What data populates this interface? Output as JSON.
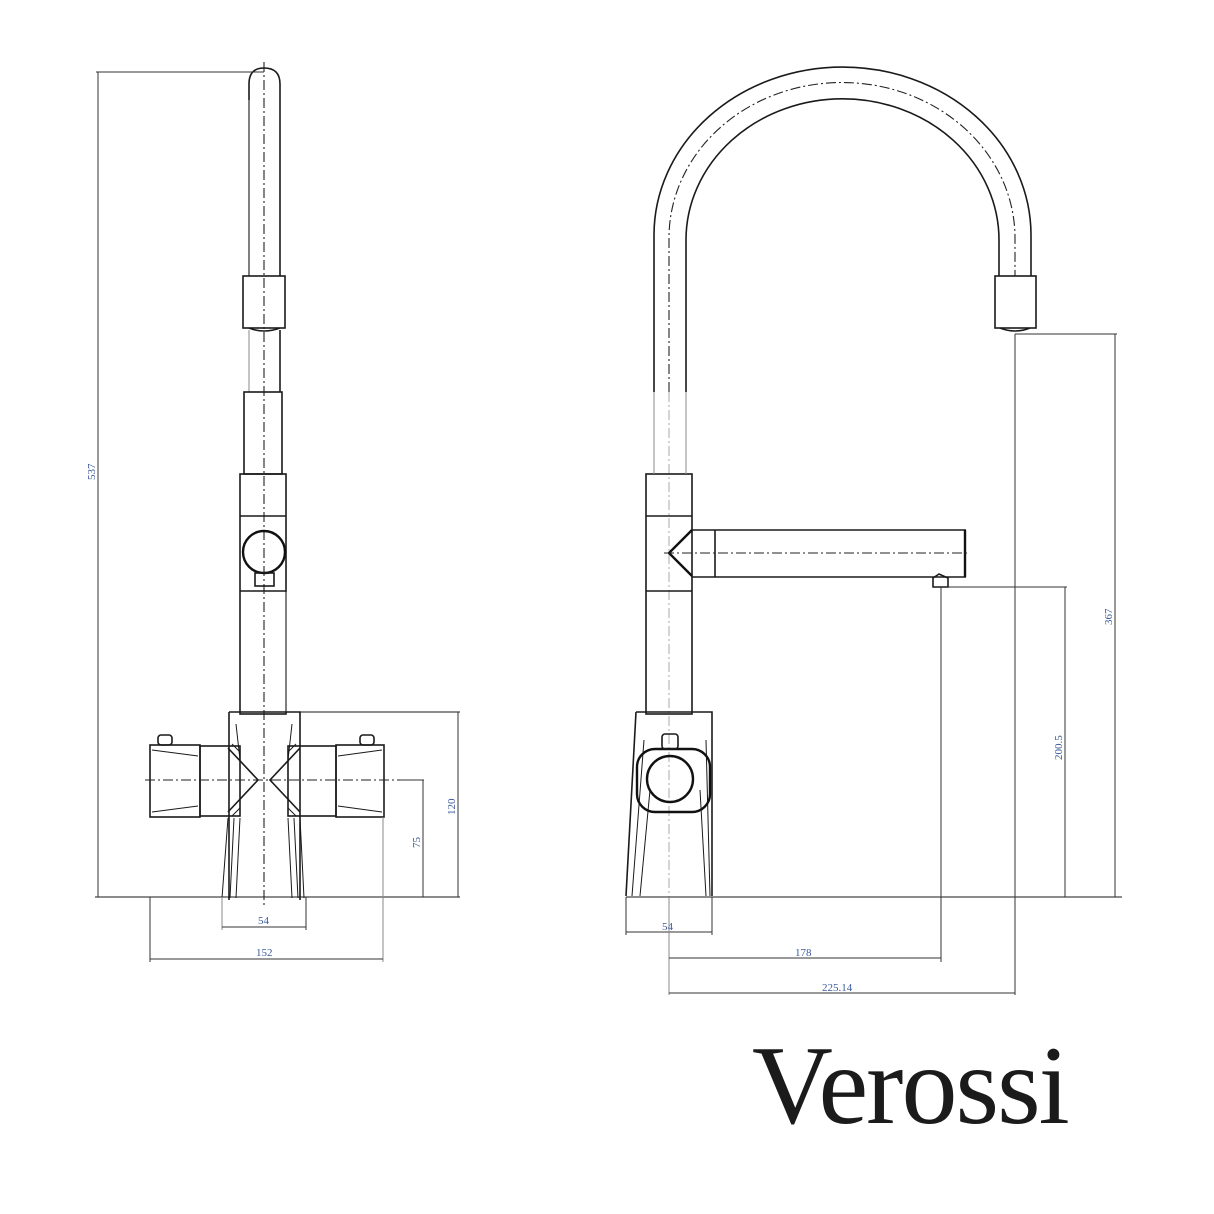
{
  "brand": {
    "name": "Verossi",
    "color": "#1b1b1b"
  },
  "drawing": {
    "type": "technical drawing - kitchen mixer tap",
    "units": "mm",
    "views": [
      "front-view",
      "side-view"
    ],
    "front_view": {
      "dimensions": {
        "total_height": "537",
        "body_height": "120",
        "handle_axis_height": "75",
        "base_width": "54",
        "overall_width": "152"
      }
    },
    "side_view": {
      "dimensions": {
        "spout_outlet_height": "367",
        "filter_spout_height": "200.5",
        "base_depth": "54",
        "filter_spout_reach": "178",
        "main_spout_reach": "225.14"
      }
    },
    "colors": {
      "line": "#1a1a1a",
      "dimension_text": "#3a5a9a",
      "background": "#ffffff"
    }
  }
}
